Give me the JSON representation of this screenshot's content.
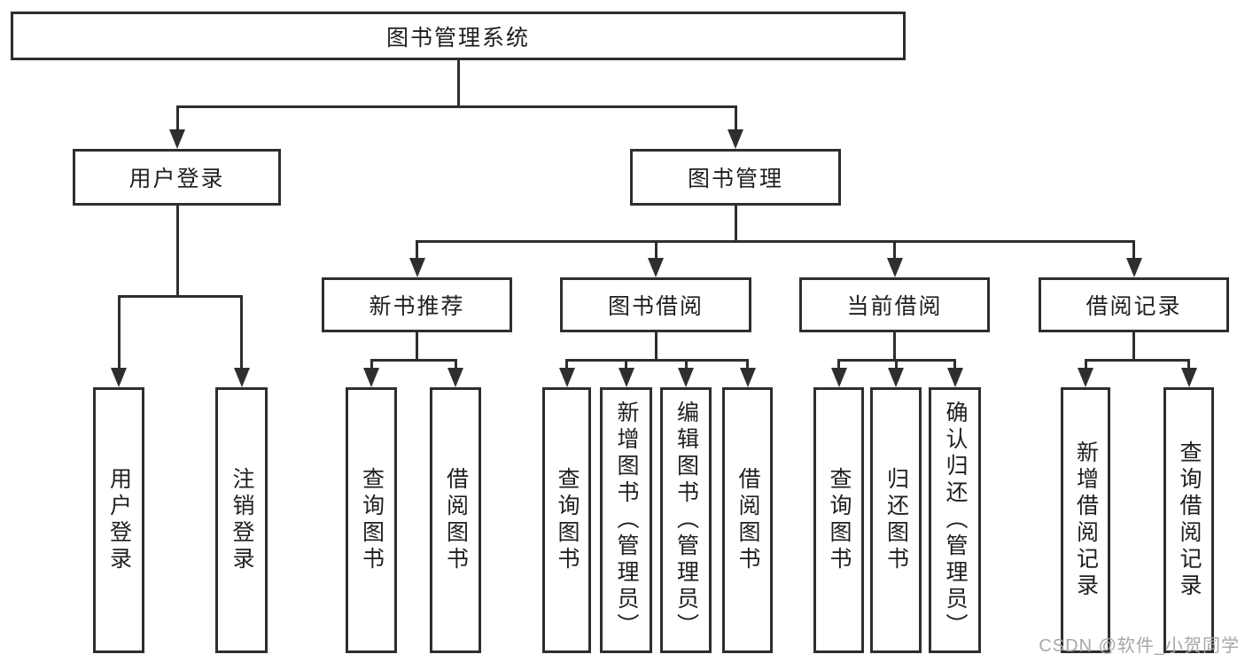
{
  "diagram": {
    "root": {
      "label": "图书管理系统"
    },
    "level2": {
      "user_login": {
        "label": "用户登录"
      },
      "book_management": {
        "label": "图书管理"
      }
    },
    "level3": {
      "new_book_recommend": {
        "label": "新书推荐"
      },
      "book_borrowing": {
        "label": "图书借阅"
      },
      "current_borrowing": {
        "label": "当前借阅"
      },
      "borrowing_records": {
        "label": "借阅记录"
      }
    },
    "leaves": {
      "user_login": {
        "label": "用户登录"
      },
      "logout": {
        "label": "注销登录"
      },
      "recommend_query_books": {
        "label": "查询图书"
      },
      "recommend_borrow_books": {
        "label": "借阅图书"
      },
      "borrowing_query_books": {
        "label": "查询图书"
      },
      "add_books_admin": {
        "label": "新增图书（管理员）"
      },
      "edit_books_admin": {
        "label": "编辑图书（管理员）"
      },
      "borrowing_borrow_books": {
        "label": "借阅图书"
      },
      "current_query_books": {
        "label": "查询图书"
      },
      "return_books": {
        "label": "归还图书"
      },
      "confirm_return_admin": {
        "label": "确认归还（管理员）"
      },
      "add_borrow_record": {
        "label": "新增借阅记录"
      },
      "query_borrow_record": {
        "label": "查询借阅记录"
      }
    },
    "watermark": "CSDN @软件_小贺同学",
    "colors": {
      "line": "#2e2e2e",
      "text": "#1f1f1f",
      "watermark": "#a6a6ad",
      "background": "#ffffff"
    }
  }
}
